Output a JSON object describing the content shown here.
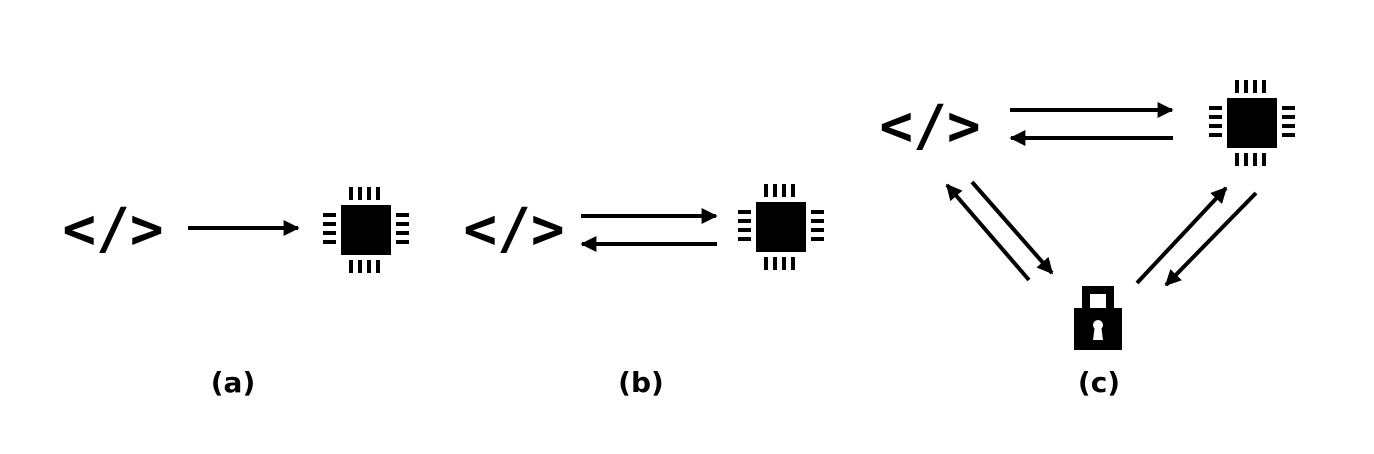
{
  "diagram": {
    "panels": [
      {
        "id": "a",
        "label": "(a)",
        "code_icon": "code-brackets-icon",
        "chip_icon": "microchip-icon",
        "arrows": [
          "code-to-chip"
        ]
      },
      {
        "id": "b",
        "label": "(b)",
        "code_icon": "code-brackets-icon",
        "chip_icon": "microchip-icon",
        "arrows": [
          "code-to-chip",
          "chip-to-code"
        ]
      },
      {
        "id": "c",
        "label": "(c)",
        "code_icon": "code-brackets-icon",
        "chip_icon": "microchip-icon",
        "lock_icon": "padlock-icon",
        "arrows": [
          "code-to-chip",
          "chip-to-code",
          "code-to-lock",
          "lock-to-code",
          "lock-to-chip",
          "chip-to-lock"
        ]
      }
    ],
    "code_glyph": "</>",
    "colors": {
      "foreground": "#000000",
      "background": "#ffffff"
    }
  }
}
